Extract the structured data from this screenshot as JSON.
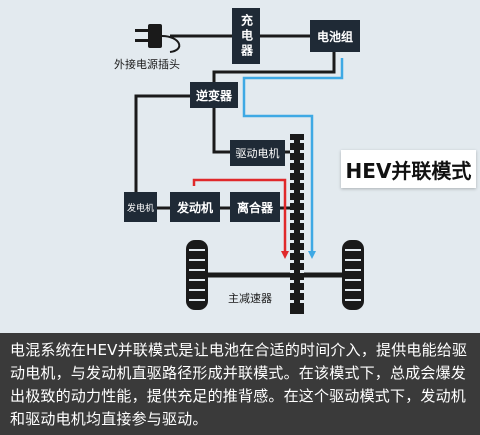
{
  "diagram": {
    "title": "HEV并联模式",
    "components": {
      "charger": "充电器",
      "battery": "电池组",
      "inverter": "逆变器",
      "drive_motor": "驱动电机",
      "generator": "发电机",
      "engine": "发动机",
      "clutch": "离合器",
      "final_drive": "主减速器",
      "external_plug": "外接电源插头"
    },
    "colors": {
      "background": "#e3eaef",
      "box": "#1f2a36",
      "line": "#1a1a1a",
      "engine_flow": "#e0292b",
      "battery_flow": "#3fa9e4",
      "caption_bg": "#3a3a3a"
    }
  },
  "caption": {
    "text": "电混系统在HEV并联模式是让电池在合适的时间介入，提供电能给驱动电机，与发动机直驱路径形成并联模式。在该模式下，总成会爆发出极致的动力性能，提供充足的推背感。在这个驱动模式下，发动机和驱动电机均直接参与驱动。"
  }
}
